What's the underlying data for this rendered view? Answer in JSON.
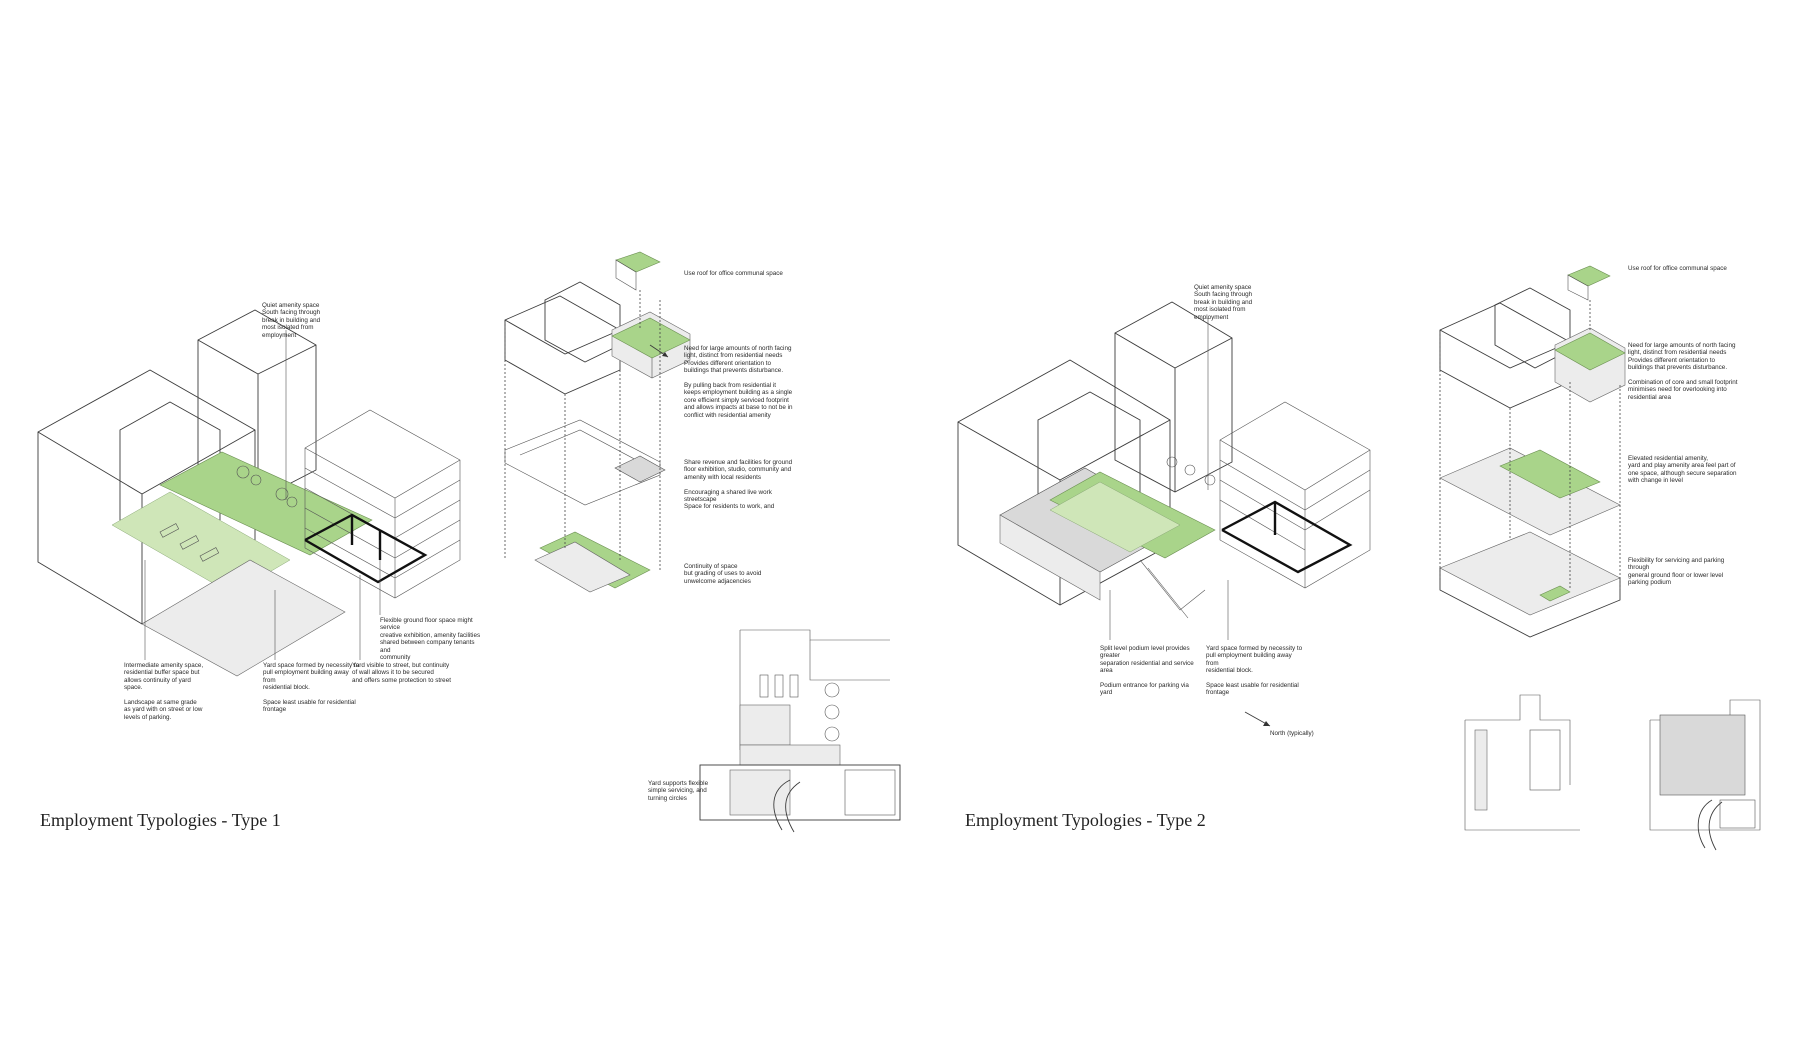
{
  "type1": {
    "title": "Employment Typologies - Type 1",
    "notes": {
      "quiet_amenity": "Quiet amenity space\nSouth facing through\nbreak in building and\nmost isolated from\nemployment",
      "intermediate": "Intermediate amenity space,\nresidential buffer space but\nallows continuity of yard\nspace.\n\nLandscape at same grade\nas yard with on street or low\nlevels of parking.",
      "yard_space": "Yard space formed by necessity to\npull employment building away from\nresidential block.\n\nSpace least usable for residential\nfrontage",
      "yard_visible": "Yard visible to street, but continuity\nof wall allows it to be secured\nand offers some protection to street",
      "flexible_ground": "Flexible ground floor space might\nservice\ncreative exhibition, amenity facilities\nshared between company tenants and\ncommunity",
      "roof": "Use roof for office communal space",
      "north_light": "Need for large amounts of north facing\nlight, distinct from residential needs\nProvides different orientation to\nbuildings that prevents disturbance.\n\nBy pulling back from residential it\nkeeps employment building as a single\ncore efficient simply serviced footprint\nand allows impacts at base to not be in\nconflict with residential amenity",
      "share_revenue": "Share revenue and facilities for ground\nfloor exhibition, studio, community and\namenity with local residents\n\nEncouraging a shared live work\nstreetscape\nSpace for residents to work, and",
      "continuity": "Continuity of space\nbut grading of uses to avoid\nunwelcome adjacencies",
      "yard_supports": "Yard supports flexible\nsimple servicing, and\nturning circles"
    }
  },
  "type2": {
    "title": "Employment Typologies - Type 2",
    "notes": {
      "quiet_amenity": "Quiet amenity space\nSouth facing through\nbreak in building and\nmost isolated from\nemployment",
      "split_level": "Split level podium level provides\ngreater\nseparation residential and service\narea\n\nPodium entrance for parking via\nyard",
      "yard_space": "Yard space formed by necessity to\npull employment building away from\nresidential block.\n\nSpace least usable for residential\nfrontage",
      "north": "North (typically)",
      "roof": "Use roof for office communal space",
      "north_light": "Need for large amounts of north facing\nlight, distinct from residential needs\nProvides different orientation to\nbuildings that prevents disturbance.\n\nCombination of core and small footprint\nminimises need for overlooking into\nresidential area",
      "elevated": "Elevated residential amenity,\nyard and play amenity area feel part of\none space, although secure separation\nwith change in level",
      "flexibility": "Flexibility for servicing and parking\nthrough\ngeneral ground floor or lower level\nparking podium"
    }
  },
  "colors": {
    "green": "#a9d48a",
    "light_green": "#cfe6b8",
    "line": "#3c3c3c",
    "dark_wall": "#111111"
  }
}
